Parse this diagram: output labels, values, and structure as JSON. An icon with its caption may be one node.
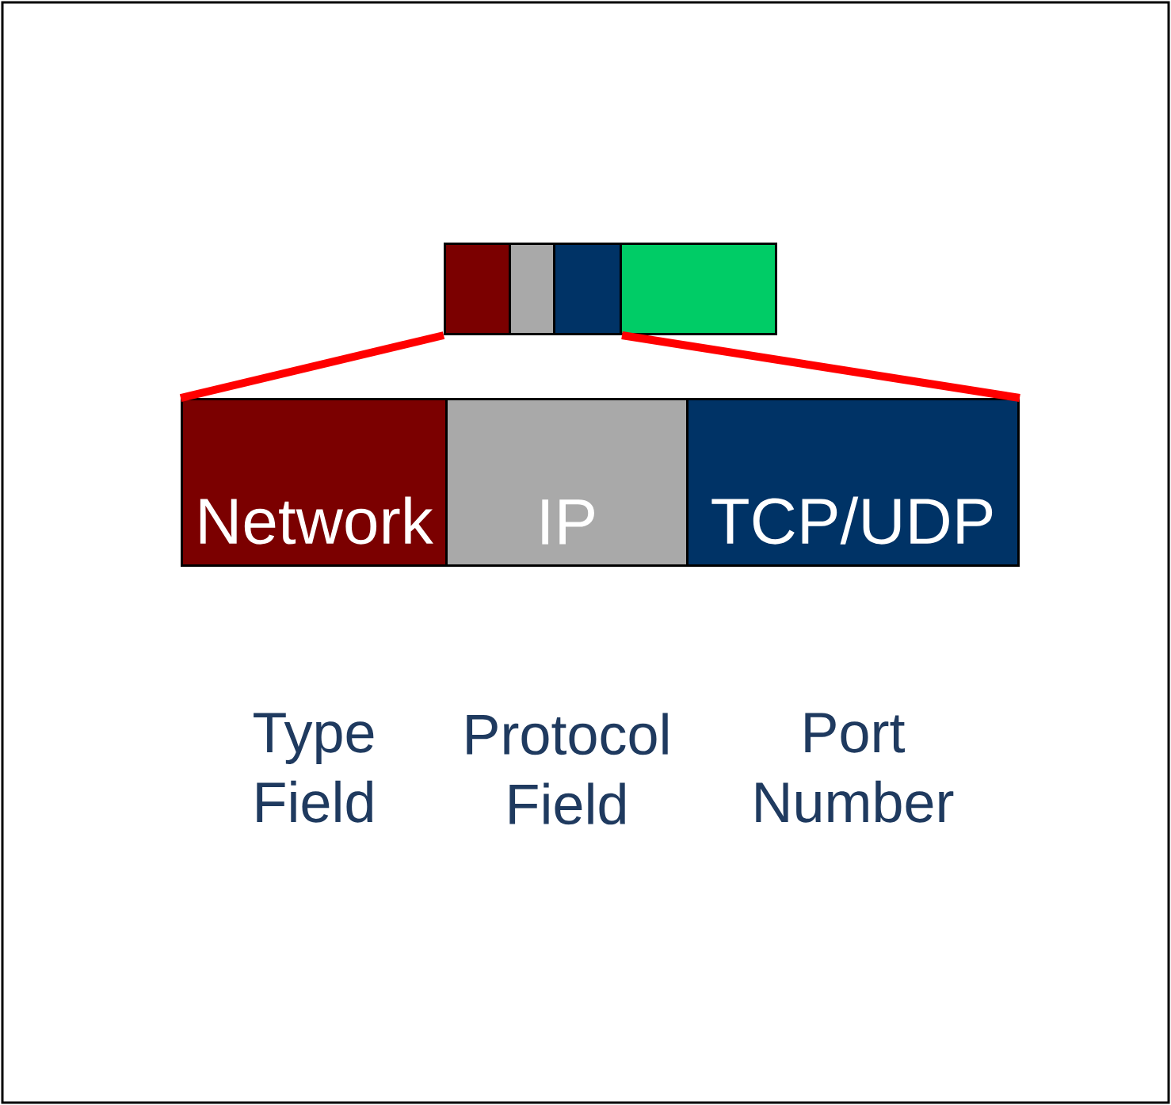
{
  "diagram": {
    "nodes": [
      {
        "text": [],
        "shape": "box"
      },
      {
        "text": [],
        "shape": "box"
      },
      {
        "text": [],
        "shape": "box"
      },
      {
        "text": [],
        "shape": "box"
      },
      {
        "text": [
          "Network"
        ],
        "beside": [
          "Type Field"
        ]
      },
      {
        "text": [
          "IP"
        ],
        "beside": [
          "Protocol Field"
        ]
      },
      {
        "text": [
          "TCP/UDP"
        ],
        "beside": [
          "Port Number"
        ]
      }
    ],
    "edges": [
      {
        "from": 0,
        "to": 4,
        "arrow": "none"
      },
      {
        "from": 2,
        "to": 6,
        "arrow": "none"
      }
    ]
  }
}
